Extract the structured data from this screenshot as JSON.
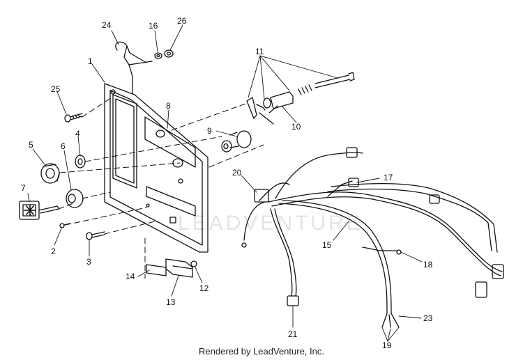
{
  "watermark": "LEADVENTURE",
  "footer": "Rendered by LeadVenture, Inc.",
  "callouts": {
    "c1": "1",
    "c2": "2",
    "c3": "3",
    "c4": "4",
    "c5": "5",
    "c6": "6",
    "c7": "7",
    "c8": "8",
    "c9": "9",
    "c10": "10",
    "c11": "11",
    "c12": "12",
    "c13": "13",
    "c14": "14",
    "c15": "15",
    "c16": "16",
    "c17": "17",
    "c18": "18",
    "c19": "19",
    "c20": "20",
    "c21": "21",
    "c23": "23",
    "c24": "24",
    "c25": "25",
    "c26": "26"
  }
}
